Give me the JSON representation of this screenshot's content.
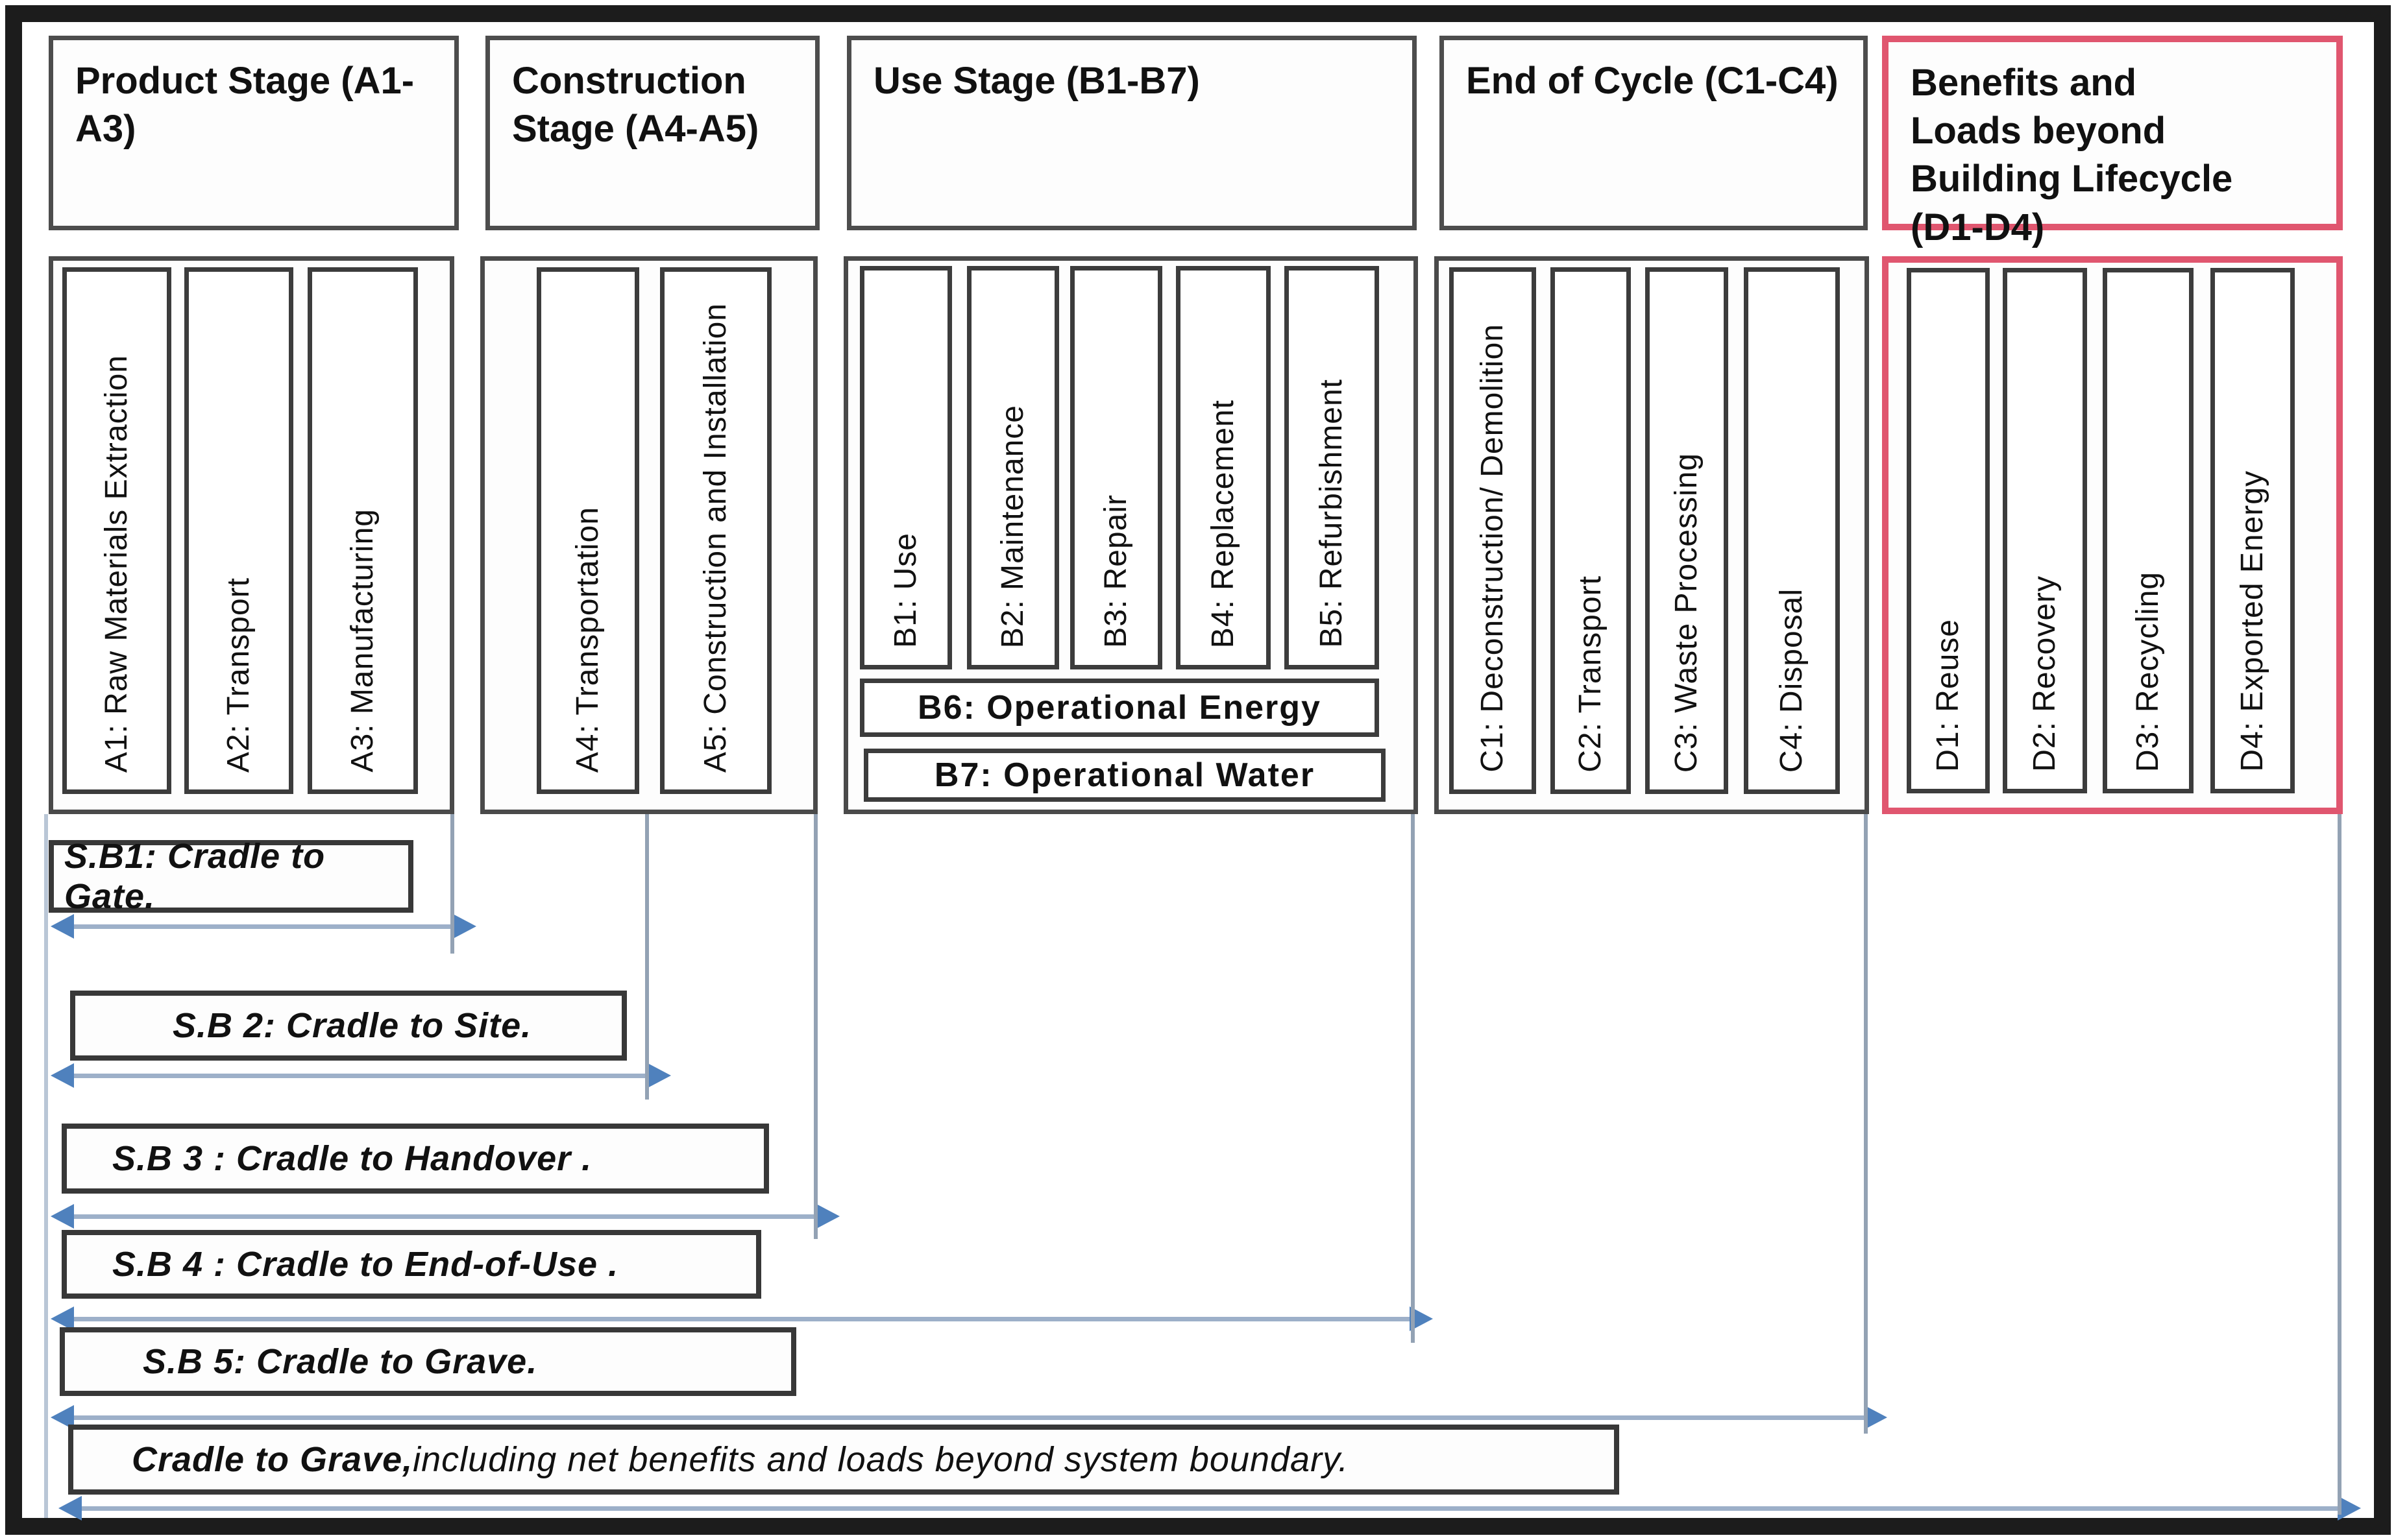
{
  "diagram": {
    "stages": [
      {
        "title": "Product Stage (A1-A3)",
        "modules": [
          "A1: Raw Materials Extraction",
          "A2: Transport",
          "A3: Manufacturing"
        ]
      },
      {
        "title": "Construction Stage (A4-A5)",
        "modules": [
          "A4: Transportation",
          "A5: Construction and Installation"
        ]
      },
      {
        "title": "Use Stage (B1-B7)",
        "modules": [
          "B1: Use",
          "B2: Maintenance",
          "B3: Repair",
          "B4: Replacement",
          "B5: Refurbishment"
        ],
        "wide_modules": [
          "B6: Operational Energy",
          "B7: Operational Water"
        ]
      },
      {
        "title": "End of Cycle (C1-C4)",
        "modules": [
          "C1: Deconstruction/ Demolition",
          "C2: Transport",
          "C3: Waste Processing",
          "C4: Disposal"
        ]
      },
      {
        "title": "Benefits and Loads beyond Building Lifecycle (D1-D4)",
        "modules": [
          "D1: Reuse",
          "D2: Recovery",
          "D3: Recycling",
          "D4: Exported Energy"
        ]
      }
    ],
    "system_boundaries": [
      {
        "label": "S.B1: Cradle to Gate."
      },
      {
        "label": "S.B 2: Cradle to Site."
      },
      {
        "label": "S.B 3 : Cradle to Handover ."
      },
      {
        "label": "S.B 4 : Cradle to End-of-Use ."
      },
      {
        "label": "S.B 5: Cradle to Grave."
      },
      {
        "label": "Cradle to Grave,",
        "label_detail": " including net benefits and loads beyond system boundary."
      }
    ],
    "colors": {
      "highlight_red": "#e0566f",
      "arrow_line": "#9db0c9",
      "arrow_head": "#4f81bd",
      "connector_line": "#93a2b4"
    }
  }
}
